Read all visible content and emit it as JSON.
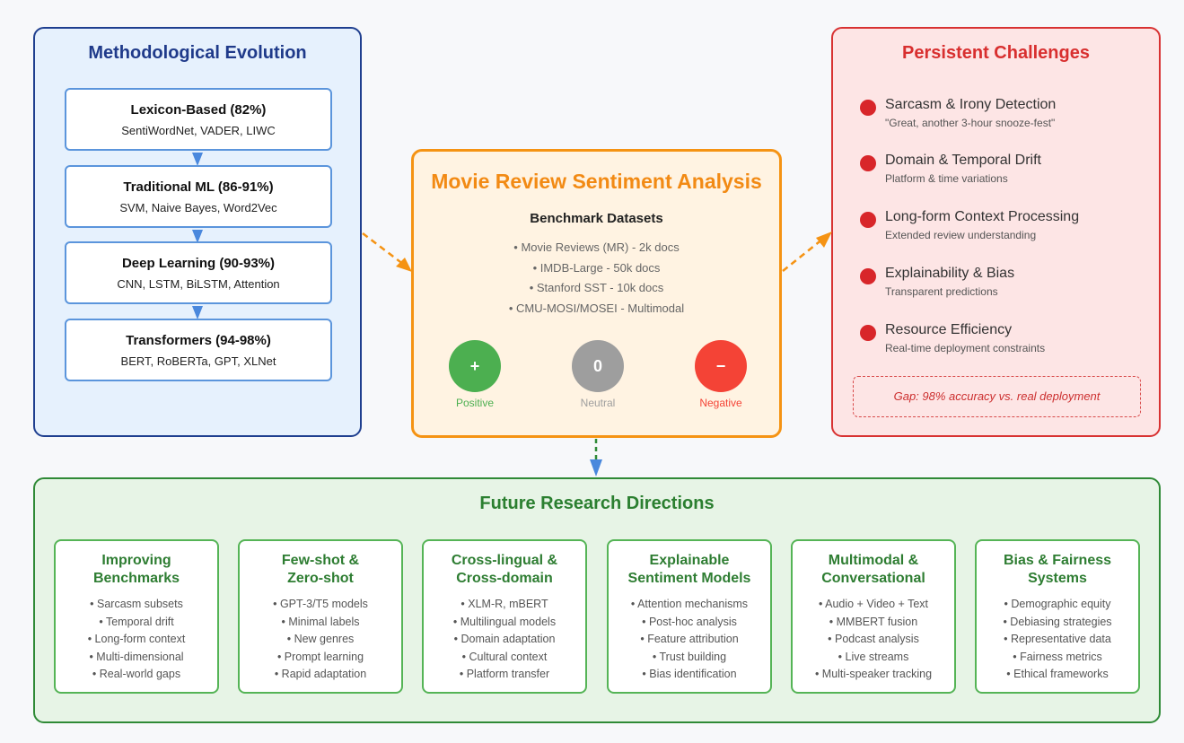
{
  "evolution": {
    "title": "Methodological Evolution",
    "steps": [
      {
        "title": "Lexicon-Based (82%)",
        "sub": "SentiWordNet, VADER, LIWC"
      },
      {
        "title": "Traditional ML (86-91%)",
        "sub": "SVM, Naive Bayes, Word2Vec"
      },
      {
        "title": "Deep Learning (90-93%)",
        "sub": "CNN, LSTM, BiLSTM, Attention"
      },
      {
        "title": "Transformers (94-98%)",
        "sub": "BERT, RoBERTa, GPT, XLNet"
      }
    ]
  },
  "center": {
    "title": "Movie Review Sentiment Analysis",
    "subtitle": "Benchmark Datasets",
    "datasets": [
      "• Movie Reviews (MR) - 2k docs",
      "• IMDB-Large - 50k docs",
      "• Stanford SST - 10k docs",
      "• CMU-MOSI/MOSEI - Multimodal"
    ],
    "sentiments": [
      {
        "symbol": "+",
        "label": "Positive",
        "color": "#4caf50"
      },
      {
        "symbol": "0",
        "label": "Neutral",
        "color": "#9e9e9e"
      },
      {
        "symbol": "−",
        "label": "Negative",
        "color": "#f44336"
      }
    ]
  },
  "challenges": {
    "title": "Persistent Challenges",
    "items": [
      {
        "title": "Sarcasm & Irony Detection",
        "desc": "\"Great, another 3-hour snooze-fest\""
      },
      {
        "title": "Domain & Temporal Drift",
        "desc": "Platform & time variations"
      },
      {
        "title": "Long-form Context Processing",
        "desc": "Extended review understanding"
      },
      {
        "title": "Explainability & Bias",
        "desc": "Transparent predictions"
      },
      {
        "title": "Resource Efficiency",
        "desc": "Real-time deployment constraints"
      }
    ],
    "gap": "Gap: 98% accuracy vs. real deployment"
  },
  "future": {
    "title": "Future Research Directions",
    "cards": [
      {
        "title1": "Improving",
        "title2": "Benchmarks",
        "items": [
          "• Sarcasm subsets",
          "• Temporal drift",
          "• Long-form context",
          "• Multi-dimensional",
          "• Real-world gaps"
        ]
      },
      {
        "title1": "Few-shot &",
        "title2": "Zero-shot",
        "items": [
          "• GPT-3/T5 models",
          "• Minimal labels",
          "• New genres",
          "• Prompt learning",
          "• Rapid adaptation"
        ]
      },
      {
        "title1": "Cross-lingual &",
        "title2": "Cross-domain",
        "items": [
          "• XLM-R, mBERT",
          "• Multilingual models",
          "• Domain adaptation",
          "• Cultural context",
          "• Platform transfer"
        ]
      },
      {
        "title1": "Explainable",
        "title2": "Sentiment Models",
        "items": [
          "• Attention mechanisms",
          "• Post-hoc analysis",
          "• Feature attribution",
          "• Trust building",
          "• Bias identification"
        ]
      },
      {
        "title1": "Multimodal &",
        "title2": "Conversational",
        "items": [
          "• Audio + Video + Text",
          "• MMBERT fusion",
          "• Podcast analysis",
          "• Live streams",
          "• Multi-speaker tracking"
        ]
      },
      {
        "title1": "Bias & Fairness",
        "title2": "Systems",
        "items": [
          "• Demographic equity",
          "• Debiasing strategies",
          "• Representative data",
          "• Fairness metrics",
          "• Ethical frameworks"
        ]
      }
    ]
  }
}
